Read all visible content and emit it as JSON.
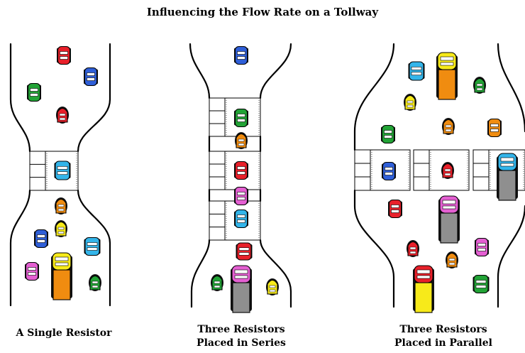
{
  "title": "Influencing the Flow Rate on a Tollway",
  "panels": [
    {
      "caption_lines": [
        "A Single Resistor"
      ]
    },
    {
      "caption_lines": [
        "Three Resistors",
        "Placed in Series"
      ]
    },
    {
      "caption_lines": [
        "Three Resistors",
        "Placed in Parallel"
      ]
    }
  ],
  "colors": {
    "red": "#e8202a",
    "blue": "#2f5fd8",
    "green": "#22a336",
    "cyan": "#33b5ea",
    "orange": "#f08c10",
    "yellow": "#f7ea1a",
    "pink": "#e45fd2",
    "gray": "#8f8f8f"
  }
}
